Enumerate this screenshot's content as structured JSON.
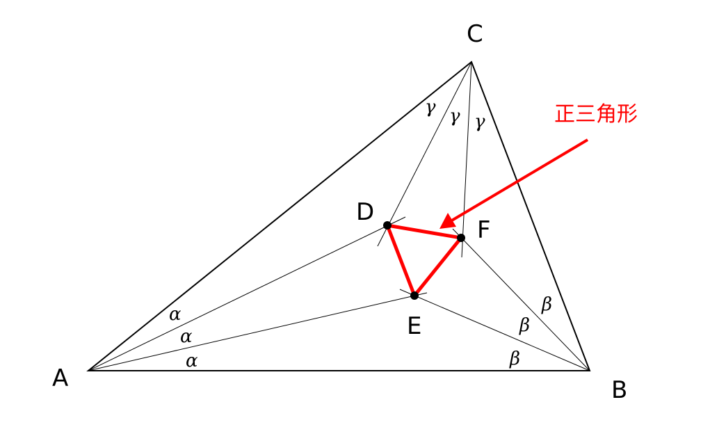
{
  "points": {
    "A": "A",
    "B": "B",
    "C": "C",
    "D": "D",
    "E": "E",
    "F": "F"
  },
  "angles": {
    "alpha": "α",
    "beta": "β",
    "gamma": "γ"
  },
  "annotation": "正三角形",
  "colors": {
    "highlight": "#ff0000",
    "line": "#000000"
  }
}
